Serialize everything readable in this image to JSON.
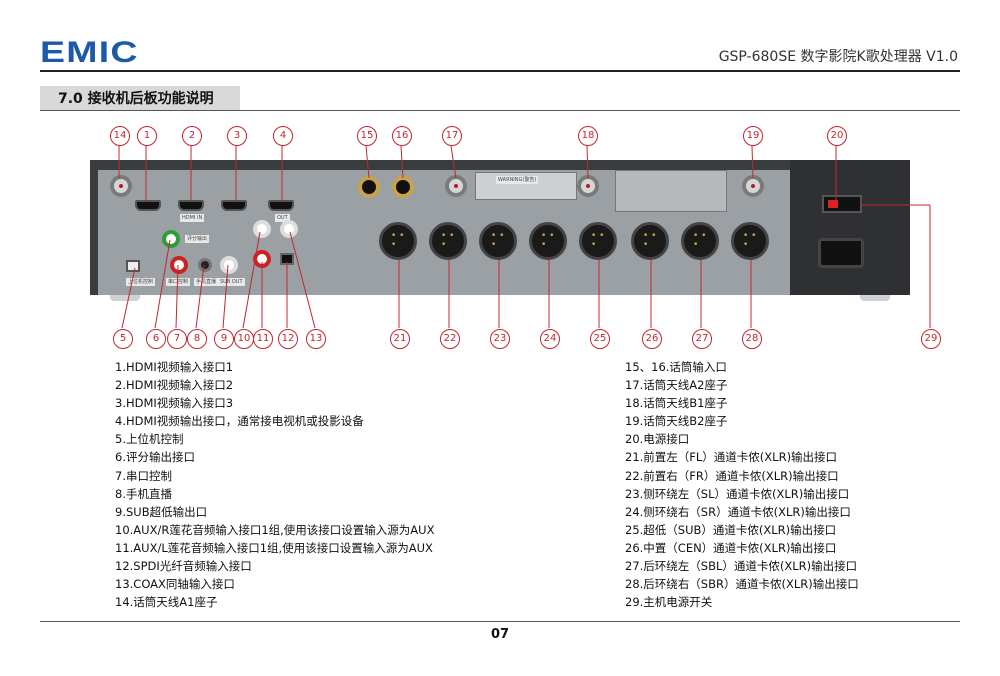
{
  "header": {
    "logo_text": "EMIC",
    "doc_title": "GSP-680SE 数字影院K歌处理器 V1.0",
    "brand_color": "#1c5aa8"
  },
  "section": {
    "title": "7.0 接收机后板功能说明"
  },
  "callouts": [
    "14",
    "1",
    "2",
    "3",
    "4",
    "15",
    "16",
    "17",
    "18",
    "19",
    "20",
    "5",
    "6",
    "7",
    "8",
    "9",
    "10",
    "11",
    "12",
    "13",
    "21",
    "22",
    "23",
    "24",
    "25",
    "26",
    "27",
    "28",
    "29"
  ],
  "callout_color": "#c1272d",
  "list_left": [
    "1.HDMI视频输入接口1",
    "2.HDMI视频输入接口2",
    "3.HDMI视频输入接口3",
    "4.HDMI视频输出接口，通常接电视机或投影设备",
    "5.上位机控制",
    "6.评分输出接口",
    "7.串口控制",
    "8.手机直播",
    "9.SUB超低输出口",
    "10.AUX/R莲花音频输入接口1组,使用该接口设置输入源为AUX",
    "11.AUX/L莲花音频输入接口1组,使用该接口设置输入源为AUX",
    "12.SPDI光纤音频输入接口",
    "13.COAX同轴输入接口",
    "14.话筒天线A1座子"
  ],
  "list_right": [
    "15、16.话筒输入口",
    "17.话筒天线A2座子",
    "18.话筒天线B1座子",
    "19.话筒天线B2座子",
    "20.电源接口",
    "21.前置左（FL）通道卡侬(XLR)输出接口",
    "22.前置右（FR）通道卡侬(XLR)输出接口",
    "23.侧环绕左（SL）通道卡侬(XLR)输出接口",
    "24.侧环绕右（SR）通道卡侬(XLR)输出接口",
    "25.超低（SUB）通道卡侬(XLR)输出接口",
    "26.中置（CEN）通道卡侬(XLR)输出接口",
    "27.后环绕左（SBL）通道卡侬(XLR)输出接口",
    "28.后环绕右（SBR）通道卡侬(XLR)输出接口",
    "29.主机电源开关"
  ],
  "panel_labels": {
    "hdmi_in": "HDMI IN",
    "out": "OUT",
    "score_out": "评分输出",
    "pc_control": "上位机控制",
    "serial": "串口控制",
    "phone_live": "手机直播",
    "sub_out": "SUB OUT",
    "warning": "WARNING(警告)"
  },
  "footer": {
    "page_number": "07"
  }
}
